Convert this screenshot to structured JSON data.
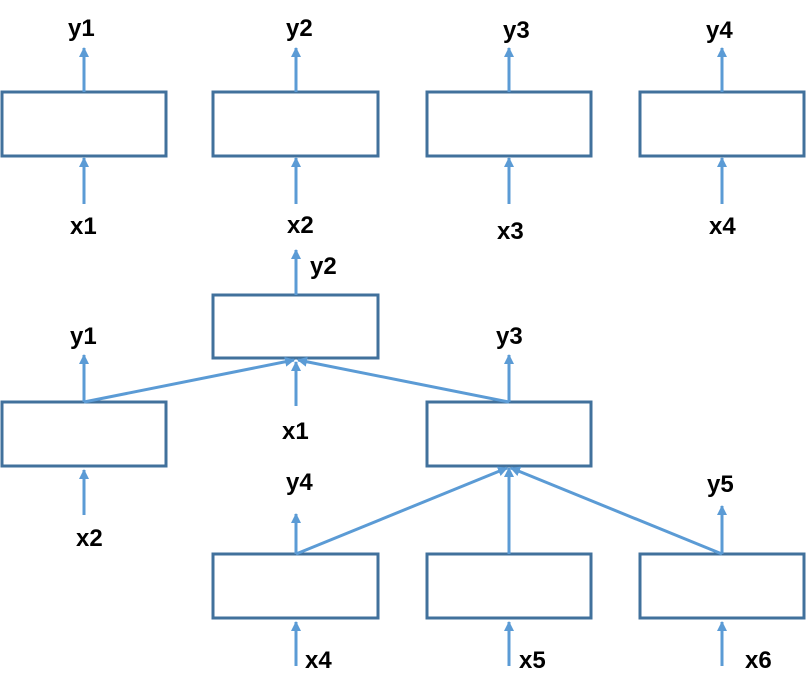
{
  "colors": {
    "box_border": "#41719c",
    "arrow": "#5b9bd5",
    "text": "#000000"
  },
  "top_diagram": {
    "outputs": [
      "y1",
      "y2",
      "y3",
      "y4"
    ],
    "inputs": [
      "x1",
      "x2",
      "x3",
      "x4"
    ]
  },
  "tree_diagram": {
    "labels": {
      "root_out": "y2",
      "root_in": "x1",
      "left_out": "y1",
      "left_in": "x2",
      "mid_out": "y3",
      "leaf1_out": "y4",
      "leaf1_in": "x4",
      "leaf2_in": "x5",
      "leaf3_out": "y5",
      "leaf3_in": "x6"
    }
  }
}
